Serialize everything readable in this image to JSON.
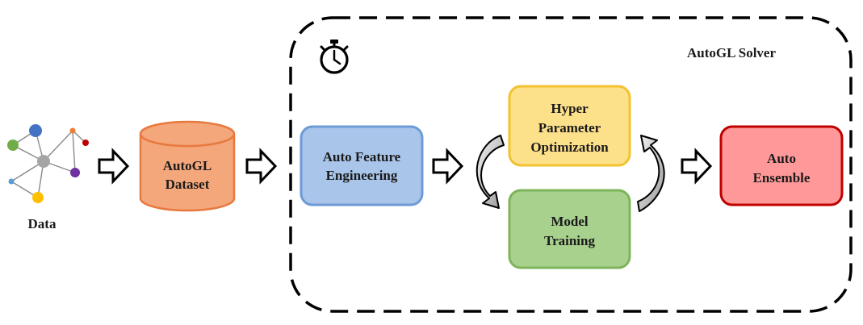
{
  "data_label": "Data",
  "dataset": {
    "line1": "AutoGL",
    "line2": "Dataset",
    "fill": "#F4A77B",
    "stroke": "#E8793E"
  },
  "solver_title": "AutoGL Solver",
  "timer_icon": "stopwatch-icon",
  "feature_engineering": {
    "line1": "Auto Feature",
    "line2": "Engineering",
    "fill": "#A9C5EA",
    "stroke": "#6D9BD6"
  },
  "hpo": {
    "line1": "Hyper",
    "line2": "Parameter",
    "line3": "Optimization",
    "fill": "#FDE08A",
    "stroke": "#F2C230"
  },
  "model_training": {
    "line1": "Model",
    "line2": "Training",
    "fill": "#A9D18E",
    "stroke": "#7DB45A"
  },
  "ensemble": {
    "line1": "Auto",
    "line2": "Ensemble",
    "fill": "#FF9999",
    "stroke": "#C00000"
  },
  "graph_node_colors": [
    "#4472C4",
    "#70AD47",
    "#ED7D31",
    "#C00000",
    "#7030A0",
    "#5B9BD5",
    "#FFC000",
    "#A5A5A5"
  ]
}
